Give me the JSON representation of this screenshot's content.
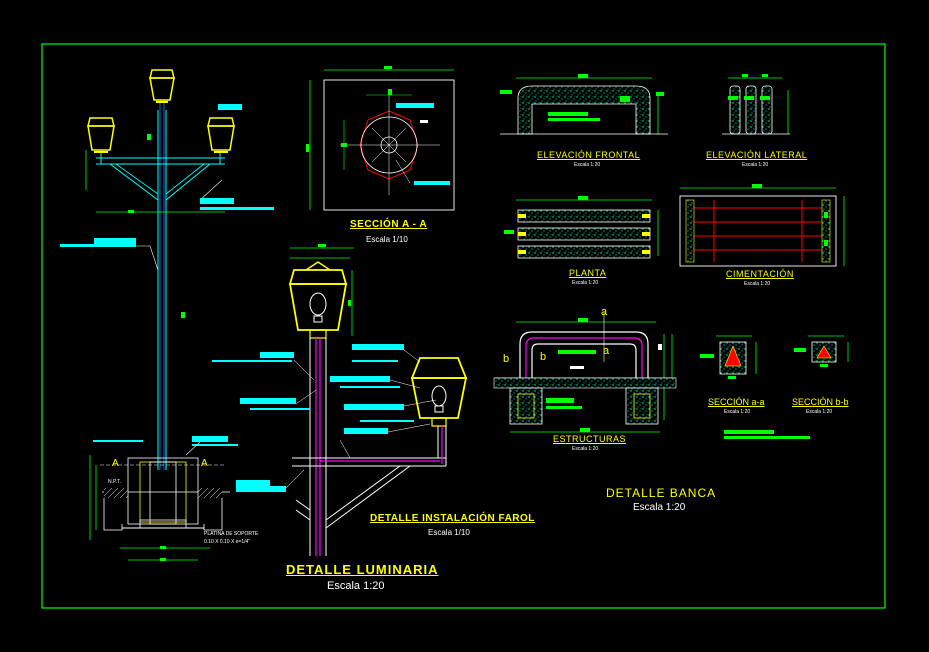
{
  "titles": {
    "luminaria": "DETALLE LUMINARIA",
    "luminaria_scale": "Escala 1:20",
    "instalacion": "DETALLE INSTALACIÓN FAROL",
    "instalacion_scale": "Escala 1/10",
    "seccion_aa": "SECCIÓN A - A",
    "seccion_aa_scale": "Escala 1/10",
    "elevacion_frontal": "ELEVACIÓN FRONTAL",
    "elevacion_frontal_scale": "Escala 1:20",
    "elevacion_lateral": "ELEVACIÓN LATERAL",
    "elevacion_lateral_scale": "Escala 1:20",
    "planta": "PLANTA",
    "planta_scale": "Escala 1:20",
    "cimentacion": "CIMENTACIÓN",
    "cimentacion_scale": "Escala 1:20",
    "estructuras": "ESTRUCTURAS",
    "estructuras_scale": "Escala 1:20",
    "seccion_a": "SECCIÓN a-a",
    "seccion_a_scale": "Escala 1:20",
    "seccion_b": "SECCIÓN b-b",
    "seccion_b_scale": "Escala 1:20",
    "banca": "DETALLE BANCA",
    "banca_scale": "Escala 1:20"
  },
  "marks": {
    "a_left": "A",
    "a_right": "A",
    "npt": "N.P.T.",
    "platina": "PLATINA DE SOPORTE",
    "platina_dim": "0.10 X 0.10 X e=1/4\"",
    "a_top": "a",
    "a_mid": "a",
    "b_left": "b",
    "b_mid": "b"
  },
  "colors": {
    "frame": "#00ff00",
    "dimension": "#00ff00",
    "text_yellow": "#ffff00",
    "annotation_cyan": "#00ffff",
    "pole": "#0080ff",
    "conduit": "#ff00ff",
    "rebar": "#ff0000",
    "background": "#000000"
  }
}
